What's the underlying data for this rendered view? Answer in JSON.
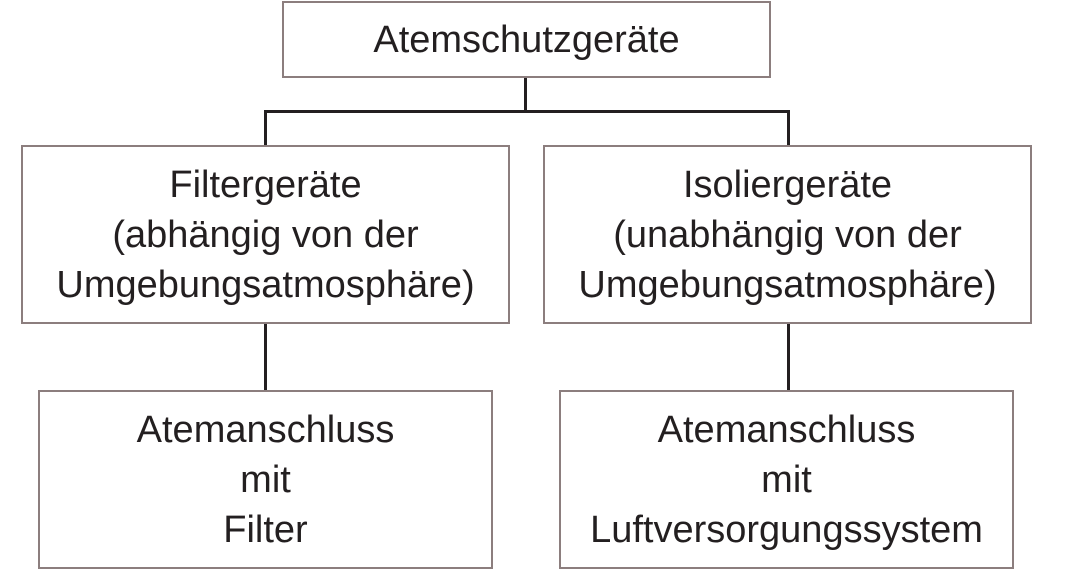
{
  "diagram": {
    "root": {
      "label": "Atemschutzgeräte"
    },
    "left_branch": {
      "lines": [
        "Filtergeräte",
        "(abhängig von der",
        "Umgebungsatmosphäre)"
      ],
      "child": {
        "lines": [
          "Atemanschluss",
          "mit",
          "Filter"
        ]
      }
    },
    "right_branch": {
      "lines": [
        "Isoliergeräte",
        "(unabhängig von der",
        "Umgebungsatmosphäre)"
      ],
      "child": {
        "lines": [
          "Atemanschluss",
          "mit",
          "Luftversorgungssystem"
        ]
      }
    },
    "colors": {
      "box_border": "#8c7e7e",
      "connector": "#231f20",
      "text": "#231f20"
    }
  }
}
